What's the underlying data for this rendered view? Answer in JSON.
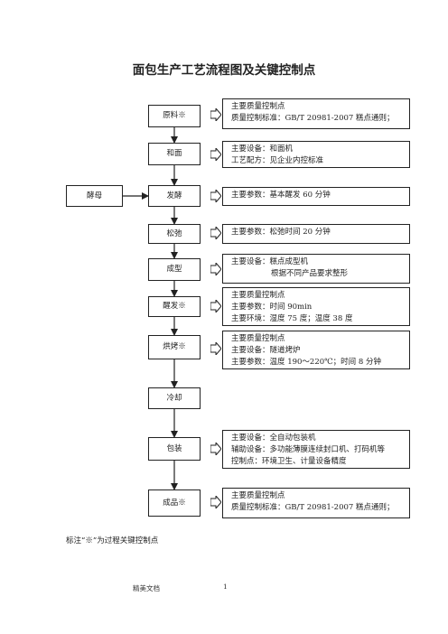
{
  "title": "面包生产工艺流程图及关键控制点",
  "yeast_label": "酵母",
  "steps": [
    {
      "label": "原料※",
      "info": [
        "主要质量控制点",
        "质量控制标准：GB/T 20981-2007 糕点通则；"
      ]
    },
    {
      "label": "和面",
      "info": [
        "主要设备：和面机",
        "工艺配方：见企业内控标准"
      ]
    },
    {
      "label": "发酵",
      "info": [
        "主要参数：基本醒发 60 分钟"
      ]
    },
    {
      "label": "松弛",
      "info": [
        "主要参数：松弛时间 20 分钟"
      ]
    },
    {
      "label": "成型",
      "info": [
        "主要设备：糕点成型机",
        "根据不同产品要求整形"
      ]
    },
    {
      "label": "醒发※",
      "info": [
        "主要质量控制点",
        "主要参数：时间 90min",
        "主要环境：湿度 75 度；温度 38 度"
      ]
    },
    {
      "label": "烘烤※",
      "info": [
        "主要质量控制点",
        "主要设备：隧道烤炉",
        "主要参数：温度 190～220℃；时间 8 分钟"
      ]
    },
    {
      "label": "冷却",
      "info": []
    },
    {
      "label": "包装",
      "info": [
        "主要设备：全自动包装机",
        "辅助设备：多功能薄膜连续封口机、打码机等",
        "控制点：环境卫生、计量设备精度"
      ]
    },
    {
      "label": "成品※",
      "info": [
        "主要质量控制点",
        "质量控制标准：GB/T 20981-2007 糕点通则；"
      ]
    }
  ],
  "note": "标注“※”为过程关键控制点",
  "footer": {
    "label": "精美文档",
    "page": "1"
  }
}
